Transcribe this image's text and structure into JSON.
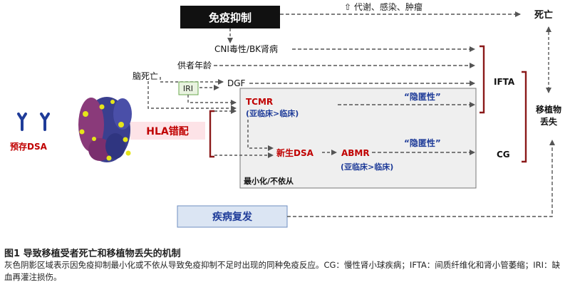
{
  "diagram": {
    "immunosuppression": "免疫抑制",
    "top_note": "⇧ 代谢、感染、肿瘤",
    "death": "死亡",
    "cni_bk": "CNI毒性/BK肾病",
    "donor_age": "供者年龄",
    "brain_death": "脑死亡",
    "iri": "IRI",
    "dgf": "DGF",
    "tcmr": "TCMR",
    "tcmr_sub": "(亚临床>临床)",
    "hidden_1": "“隐匿性”",
    "hidden_2": "“隐匿性”",
    "hla_mismatch": "HLA错配",
    "preexisting_dsa": "预存DSA",
    "de_novo_dsa": "新生DSA",
    "abmr": "ABMR",
    "abmr_sub": "(亚临床>临床)",
    "minimization": "最小化/不依从",
    "ifta": "IFTA",
    "cg": "CG",
    "graft_loss_1": "移植物",
    "graft_loss_2": "丢失",
    "recurrence": "疾病复发"
  },
  "colors": {
    "black_box": "#111111",
    "red_text": "#c00000",
    "blue_text": "#1f3c99",
    "bracket": "#8b1a1a",
    "recurrence_box": "#dbe5f3",
    "shaded_region": "#efefef",
    "iri_box": "#e9f3e0",
    "hla_box": "#fde3e7"
  },
  "caption": {
    "title": "图1  导致移植受者死亡和移植物丢失的机制",
    "body": "灰色阴影区域表示因免疫抑制最小化或不依从导致免疫抑制不足时出现的同种免疫反应。CG：慢性肾小球疾病；IFTA：间质纤维化和肾小管萎缩；IRI：缺血再灌注损伤。"
  }
}
